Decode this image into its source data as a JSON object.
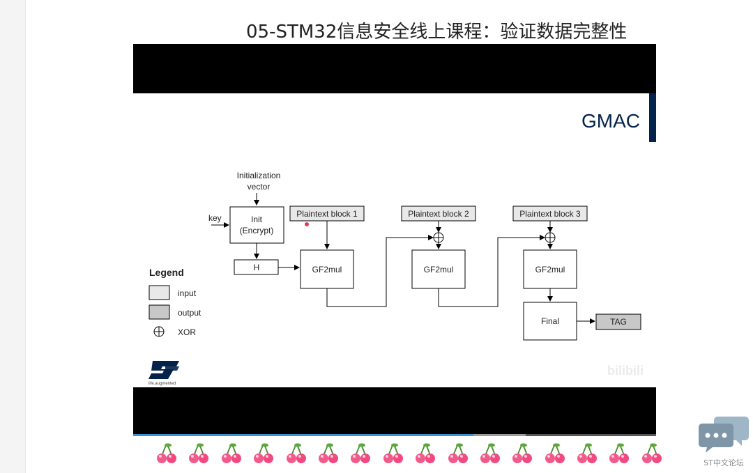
{
  "page": {
    "title": "05-STM32信息安全线上课程：验证数据完整性"
  },
  "slide": {
    "heading": "GMAC",
    "accent_color": "#03234b",
    "diagram": {
      "iv_label_line1": "Initialization",
      "iv_label_line2": "vector",
      "key_label": "key",
      "init_label_line1": "Init",
      "init_label_line2": "(Encrypt)",
      "h_label": "H",
      "plaintext_blocks": [
        "Plaintext block 1",
        "Plaintext block 2",
        "Plaintext block 3"
      ],
      "gf2mul_label": "GF2mul",
      "final_label": "Final",
      "tag_label": "TAG"
    },
    "legend": {
      "title": "Legend",
      "input_label": "input",
      "output_label": "output",
      "xor_label": "XOR",
      "input_color": "#e8e8e8",
      "output_color": "#c8c8c8"
    },
    "logo": {
      "text": "ST",
      "tagline": "life.augmented"
    },
    "watermark": "bilibili"
  },
  "player": {
    "progress_percent": 65,
    "progress_color": "#3b8fd6"
  },
  "decoration": {
    "cherry_count": 16,
    "cherry_icon": "cherry-icon"
  },
  "chat_widget": {
    "label": "ST中文论坛",
    "icon": "chat-bubbles-icon"
  }
}
